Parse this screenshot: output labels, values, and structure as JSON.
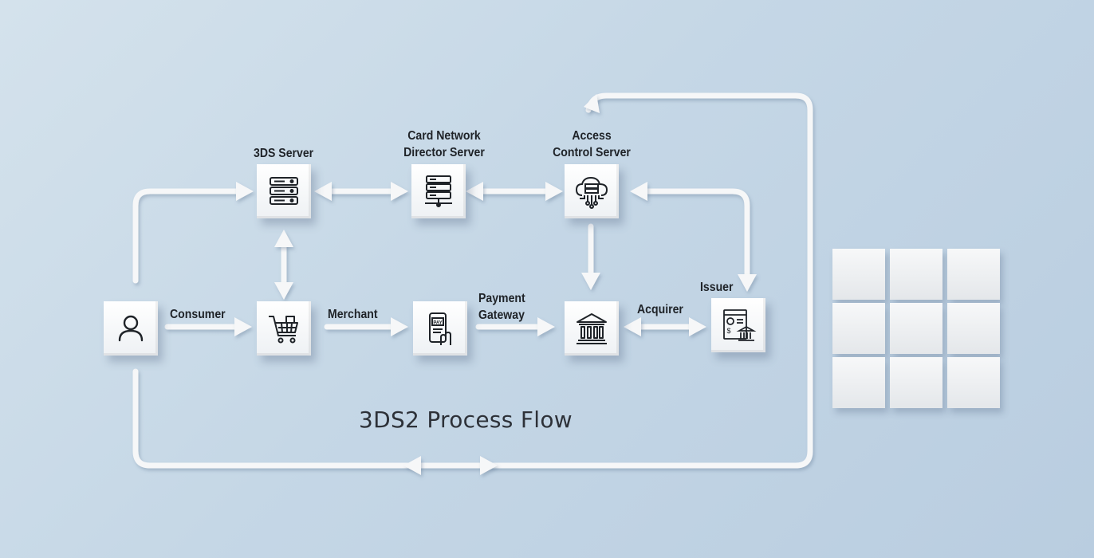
{
  "title": "3DS2 Process Flow",
  "nodes": {
    "consumer": {
      "label": "Consumer",
      "icon": "user-icon"
    },
    "merchant": {
      "label": "Merchant",
      "icon": "shopping-cart-icon"
    },
    "payment_gateway": {
      "label_line1": "Payment",
      "label_line2": "Gateway",
      "icon": "mobile-pay-icon"
    },
    "threeds_server": {
      "label": "3DS Server",
      "icon": "server-icon"
    },
    "card_network": {
      "label_line1": "Card Network",
      "label_line2": "Director Server",
      "icon": "network-server-icon"
    },
    "acs": {
      "label_line1": "Access",
      "label_line2": "Control Server",
      "icon": "cloud-server-icon"
    },
    "acquirer": {
      "label": "Acquirer",
      "icon": "bank-icon"
    },
    "issuer": {
      "label": "Issuer",
      "icon": "issuer-document-bank-icon"
    }
  },
  "colors": {
    "connector": "#f6f7f8",
    "label": "#1f2328"
  }
}
